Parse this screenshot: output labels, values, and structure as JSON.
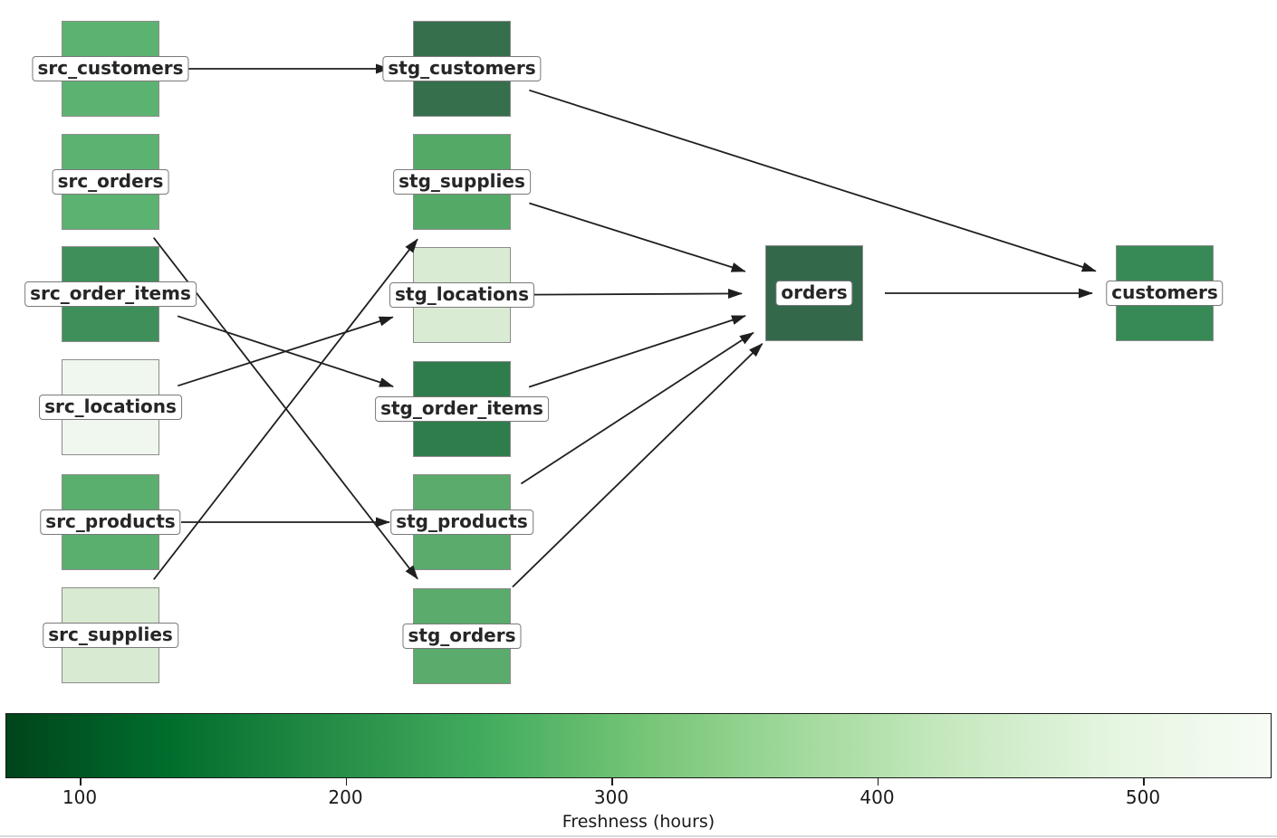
{
  "graph": {
    "nodes": [
      {
        "id": "src_customers",
        "label": "src_customers",
        "color": "#5cb371"
      },
      {
        "id": "src_orders",
        "label": "src_orders",
        "color": "#5cb371"
      },
      {
        "id": "src_order_items",
        "label": "src_order_items",
        "color": "#3f8f5b"
      },
      {
        "id": "src_locations",
        "label": "src_locations",
        "color": "#f0f7ee"
      },
      {
        "id": "src_products",
        "label": "src_products",
        "color": "#5aae6e"
      },
      {
        "id": "src_supplies",
        "label": "src_supplies",
        "color": "#d8ead1"
      },
      {
        "id": "stg_customers",
        "label": "stg_customers",
        "color": "#356f4c"
      },
      {
        "id": "stg_supplies",
        "label": "stg_supplies",
        "color": "#55a967"
      },
      {
        "id": "stg_locations",
        "label": "stg_locations",
        "color": "#d9ecd3"
      },
      {
        "id": "stg_order_items",
        "label": "stg_order_items",
        "color": "#2f7c4c"
      },
      {
        "id": "stg_products",
        "label": "stg_products",
        "color": "#5aab6c"
      },
      {
        "id": "stg_orders",
        "label": "stg_orders",
        "color": "#5aab6c"
      },
      {
        "id": "orders",
        "label": "orders",
        "color": "#33684a"
      },
      {
        "id": "customers",
        "label": "customers",
        "color": "#378a55"
      }
    ],
    "edges": [
      {
        "from": "src_customers",
        "to": "stg_customers"
      },
      {
        "from": "src_orders",
        "to": "stg_orders"
      },
      {
        "from": "src_order_items",
        "to": "stg_order_items"
      },
      {
        "from": "src_locations",
        "to": "stg_locations"
      },
      {
        "from": "src_products",
        "to": "stg_products"
      },
      {
        "from": "src_supplies",
        "to": "stg_supplies"
      },
      {
        "from": "stg_customers",
        "to": "customers"
      },
      {
        "from": "stg_supplies",
        "to": "orders"
      },
      {
        "from": "stg_locations",
        "to": "orders"
      },
      {
        "from": "stg_order_items",
        "to": "orders"
      },
      {
        "from": "stg_products",
        "to": "orders"
      },
      {
        "from": "stg_orders",
        "to": "orders"
      },
      {
        "from": "orders",
        "to": "customers"
      }
    ]
  },
  "colorbar": {
    "label": "Freshness (hours)",
    "ticks": [
      "100",
      "200",
      "300",
      "400",
      "500"
    ],
    "gradient": [
      "#00441b",
      "#006d2c",
      "#238b45",
      "#41ab5d",
      "#74c476",
      "#a1d99b",
      "#c7e9c0",
      "#e5f5e0",
      "#f7fcf5"
    ]
  },
  "style": {
    "edge_color": "#1f1f1f",
    "node_border_color": "#8c8c8c",
    "label_bg": "#ffffff",
    "label_border_color": "#7a7a7a",
    "label_text_color": "#262626"
  }
}
